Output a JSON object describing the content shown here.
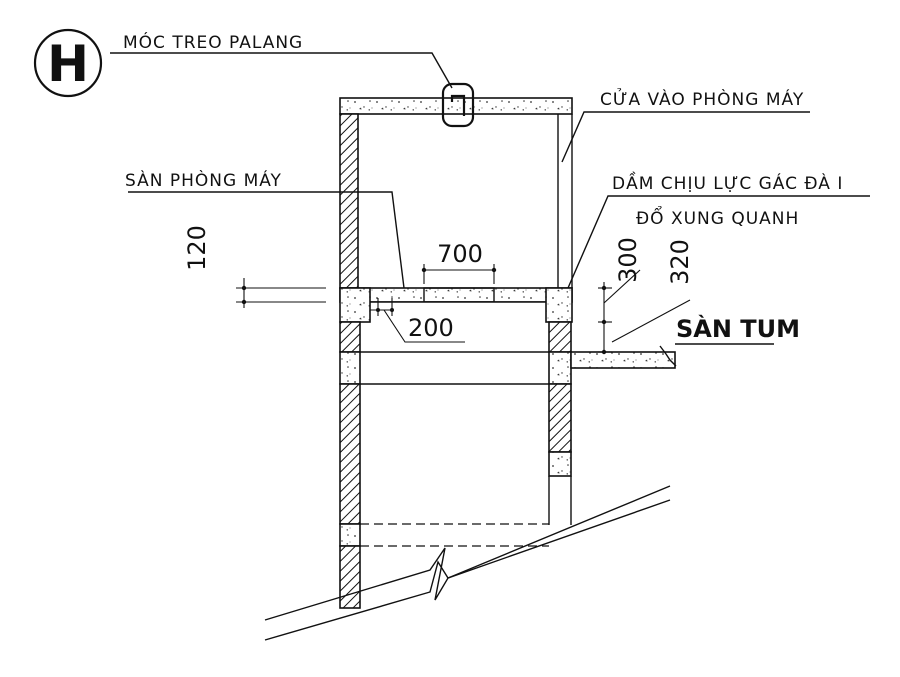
{
  "detail_marker": {
    "letter": "H"
  },
  "labels": {
    "hook": "MÓC TREO PALANG",
    "door": "CỬA VÀO PHÒNG MÁY",
    "machine_floor": "SÀN PHÒNG MÁY",
    "beam_line1": "DẦM CHỊU LỰC GÁC ĐÀ I",
    "beam_line2": "ĐỔ XUNG QUANH",
    "roof_floor": "SÀN TUM"
  },
  "dimensions": {
    "d120": "120",
    "d700": "700",
    "d200": "200",
    "d300": "300",
    "d320": "320"
  }
}
